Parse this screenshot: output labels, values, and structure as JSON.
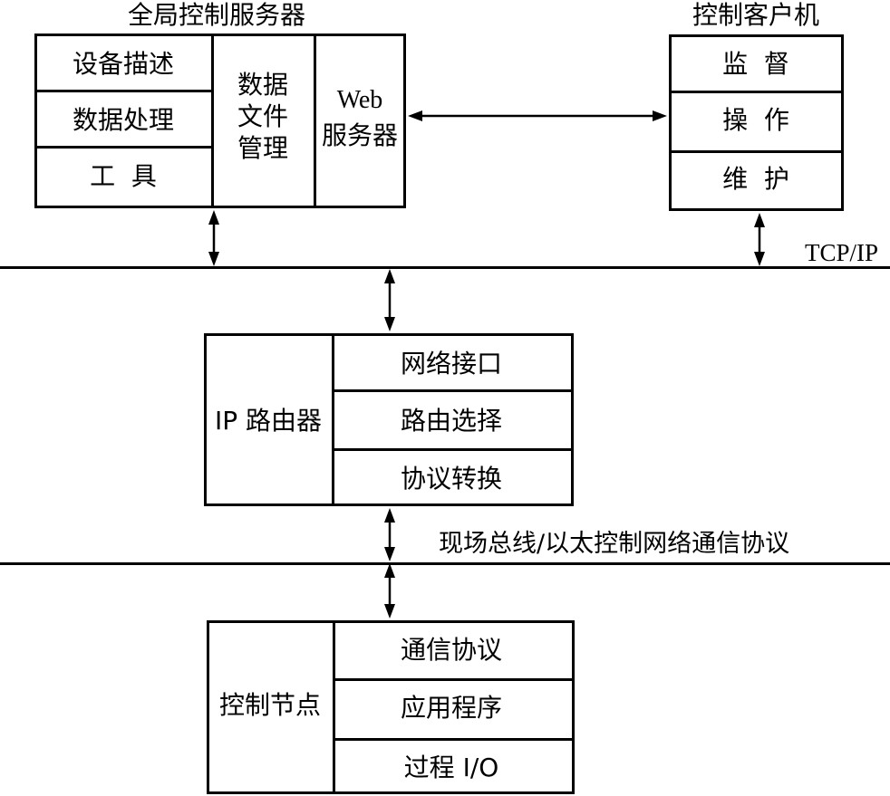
{
  "server": {
    "title": "全局控制服务器",
    "cells": [
      "设备描述",
      "数据处理",
      "工  具"
    ],
    "data_file_mgmt": "数据\n文件\n管理",
    "web_server_line1": "Web",
    "web_server_line2": "服务器"
  },
  "client": {
    "title": "控制客户机",
    "cells": [
      "监  督",
      "操  作",
      "维  护"
    ]
  },
  "network": {
    "tcpip_label": "TCP/IP",
    "fieldbus_label": "现场总线/以太控制网络通信协议"
  },
  "router": {
    "label": "IP 路由器",
    "cells": [
      "网络接口",
      "路由选择",
      "协议转换"
    ]
  },
  "node": {
    "label": "控制节点",
    "cells": [
      "通信协议",
      "应用程序",
      "过程 I/O"
    ]
  }
}
